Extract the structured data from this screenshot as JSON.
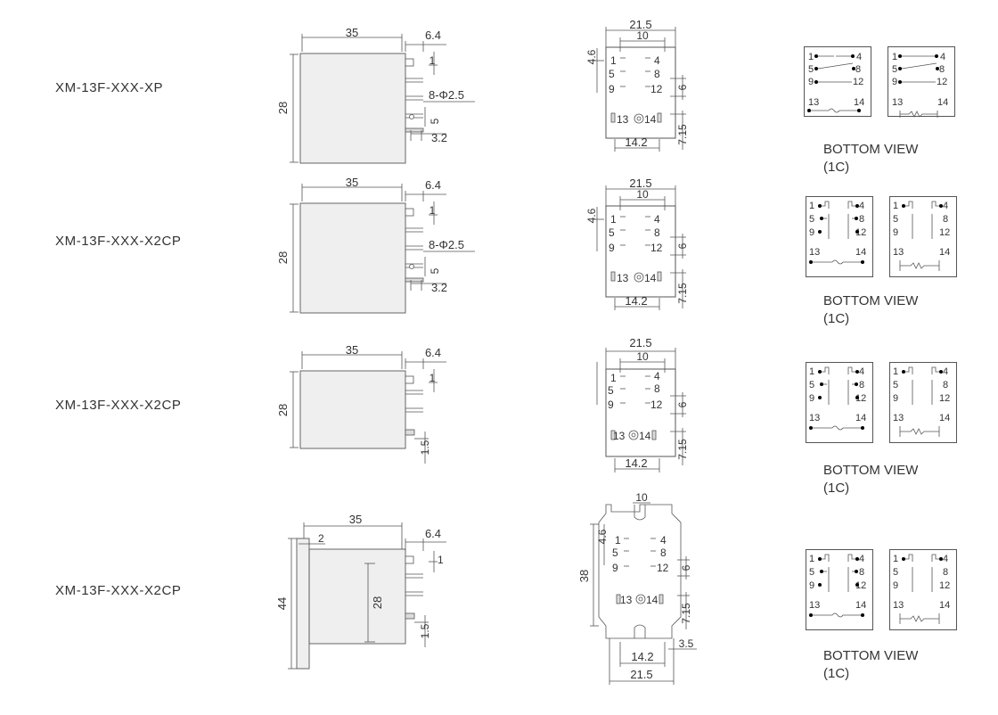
{
  "rows": [
    {
      "model": "XM-13F-XXX-XP",
      "side": {
        "w": "35",
        "pin": "6.4",
        "h": "28",
        "t1": "1",
        "holes": "8-Φ2.5",
        "t5": "5",
        "t32": "3.2"
      },
      "base": {
        "w": "21.5",
        "inner": "10",
        "t46": "4.6",
        "p6": "6",
        "p715": "7.15",
        "bw": "14.2",
        "pins": [
          "1",
          "4",
          "5",
          "8",
          "9",
          "12",
          "13",
          "14"
        ]
      },
      "bottom": {
        "title": "BOTTOM VIEW",
        "sub": "(1C)",
        "pins": [
          "1",
          "4",
          "5",
          "8",
          "9",
          "12",
          "13",
          "14"
        ]
      }
    },
    {
      "model": "XM-13F-XXX-X2CP",
      "side": {
        "w": "35",
        "pin": "6.4",
        "h": "28",
        "t1": "1",
        "holes": "8-Φ2.5",
        "t5": "5",
        "t32": "3.2"
      },
      "base": {
        "w": "21.5",
        "inner": "10",
        "t46": "4.6",
        "p6": "6",
        "p715": "7.15",
        "bw": "14.2",
        "pins": [
          "1",
          "4",
          "5",
          "8",
          "9",
          "12",
          "13",
          "14"
        ]
      },
      "bottom": {
        "title": "BOTTOM VIEW",
        "sub": "(1C)",
        "pins": [
          "1",
          "4",
          "5",
          "8",
          "9",
          "12",
          "13",
          "14"
        ]
      }
    },
    {
      "model": "XM-13F-XXX-X2CP",
      "side": {
        "w": "35",
        "pin": "6.4",
        "h": "28",
        "t1": "1",
        "t15": "1.5"
      },
      "base": {
        "w": "21.5",
        "inner": "10",
        "p6": "6",
        "p715": "7.15",
        "bw": "14.2",
        "pins": [
          "1",
          "4",
          "5",
          "8",
          "9",
          "12",
          "13",
          "14"
        ]
      },
      "bottom": {
        "title": "BOTTOM VIEW",
        "sub": "(1C)",
        "pins": [
          "1",
          "4",
          "5",
          "8",
          "9",
          "12",
          "13",
          "14"
        ]
      }
    },
    {
      "model": "XM-13F-XXX-X2CP",
      "side": {
        "w": "35",
        "pin": "6.4",
        "h": "44",
        "flange": "2",
        "inner_h": "28",
        "t1": "1",
        "t15": "1.5"
      },
      "base": {
        "inner": "10",
        "t46": "4.6",
        "h38": "38",
        "p6": "6",
        "p715": "7.15",
        "bw": "14.2",
        "w": "21.5",
        "t35": "3.5",
        "pins": [
          "1",
          "4",
          "5",
          "8",
          "9",
          "12",
          "13",
          "14"
        ]
      },
      "bottom": {
        "title": "BOTTOM VIEW",
        "sub": "(1C)",
        "pins": [
          "1",
          "4",
          "5",
          "8",
          "9",
          "12",
          "13",
          "14"
        ]
      }
    }
  ]
}
